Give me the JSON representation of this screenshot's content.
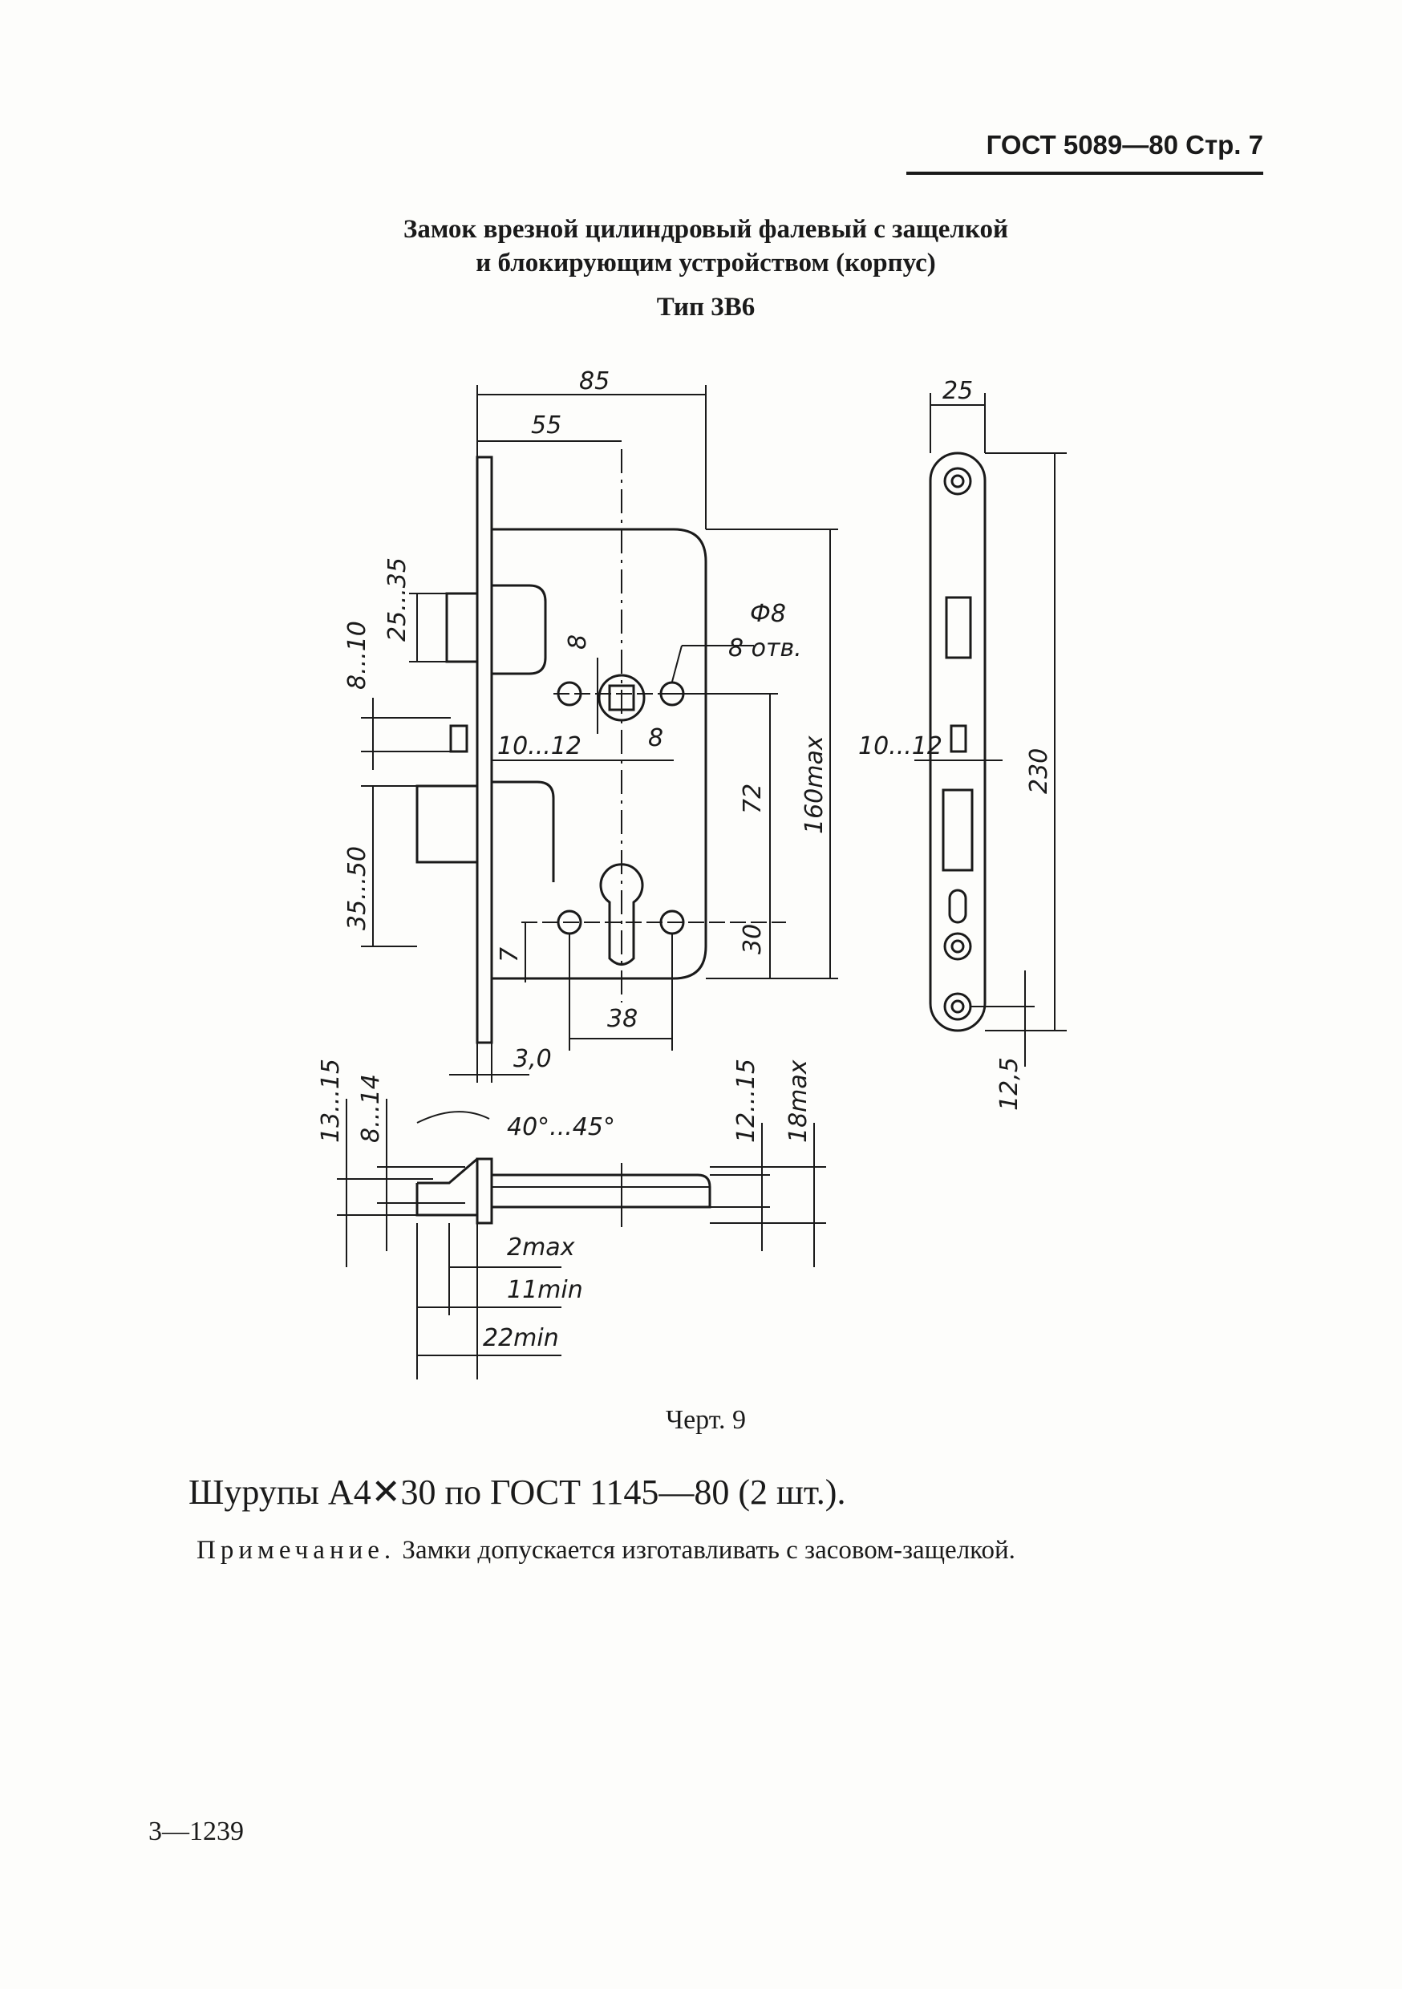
{
  "header": {
    "standard": "ГОСТ 5089—80",
    "page": "Стр. 7"
  },
  "title": {
    "line1": "Замок врезной цилиндровый фалевый с защелкой",
    "line2": "и блокирующим устройством (корпус)",
    "type": "Тип 3В6"
  },
  "drawing": {
    "dimensions": {
      "width_85": "85",
      "width_55": "55",
      "bolt_25_35": "25...35",
      "gap_8_10": "8...10",
      "latch_35_50": "35...50",
      "hole_dia": "Ф8",
      "holes_count": "8 отв.",
      "dim_8_top": "8",
      "dim_8_right": "8",
      "dim_10_12_body": "10...12",
      "dim_72": "72",
      "dim_160": "160max",
      "dim_30": "30",
      "dim_7": "7",
      "dim_38": "38",
      "dim_3_0": "3,0",
      "plate_25": "25",
      "plate_230": "230",
      "plate_10_12": "10...12",
      "plate_12_5": "12,5",
      "bottom_13_15": "13...15",
      "bottom_8_14": "8...14",
      "angle": "40°...45°",
      "bottom_12_15": "12...15",
      "bottom_18": "18max",
      "bottom_2max": "2max",
      "bottom_11": "11min",
      "bottom_22": "22min"
    }
  },
  "caption": "Черт. 9",
  "screws": "Шурупы А4✕30 по ГОСТ 1145—80 (2 шт.).",
  "note": {
    "label": "Примечание.",
    "text": "Замки допускается изготавливать с засовом-защелкой."
  },
  "page_code": "3—1239"
}
